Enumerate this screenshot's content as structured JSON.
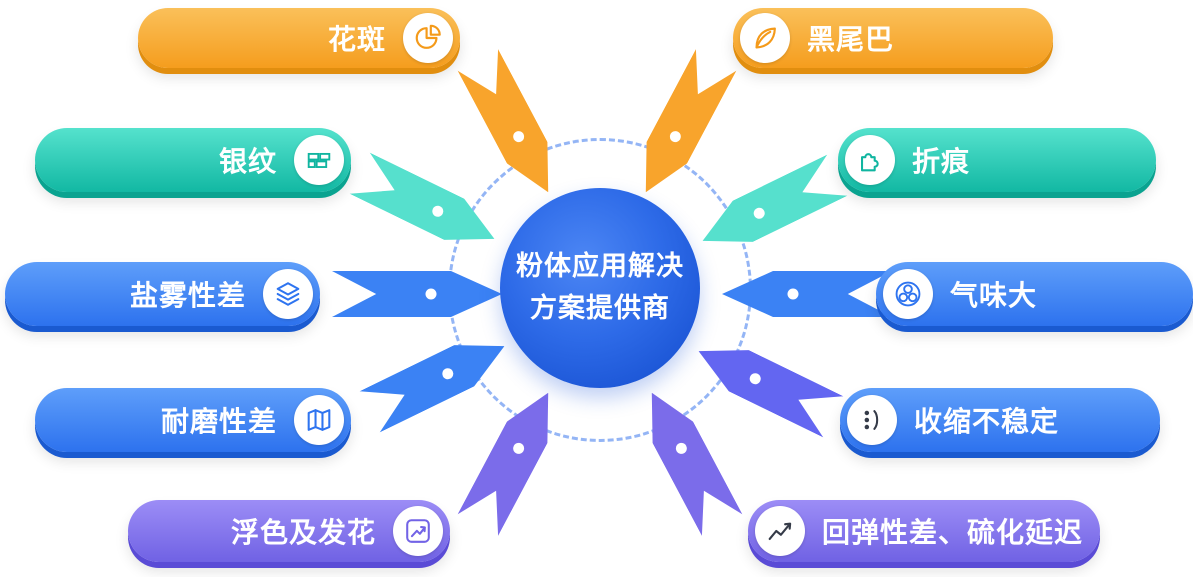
{
  "center": {
    "line1": "粉体应用解决",
    "line2": "方案提供商"
  },
  "pills": [
    {
      "label": "花斑",
      "icon": "pie-chart-icon"
    },
    {
      "label": "黑尾巴",
      "icon": "leaf-icon"
    },
    {
      "label": "银纹",
      "icon": "bricks-icon"
    },
    {
      "label": "折痕",
      "icon": "puzzle-icon"
    },
    {
      "label": "盐雾性差",
      "icon": "layers-icon"
    },
    {
      "label": "气味大",
      "icon": "bubbles-icon"
    },
    {
      "label": "耐磨性差",
      "icon": "map-icon"
    },
    {
      "label": "收缩不稳定",
      "icon": "branch-icon"
    },
    {
      "label": "浮色及发花",
      "icon": "trend-arrow-icon"
    },
    {
      "label": "回弹性差、硫化延迟",
      "icon": "line-chart-icon"
    }
  ],
  "colors": {
    "orange": "#F59D1E",
    "teal": "#12B8A3",
    "blue": "#2D72EE",
    "indigo": "#6366F1",
    "purple": "#7062E4",
    "center_blue": "#1C56D6",
    "ring_dash": "#82A9F4"
  }
}
